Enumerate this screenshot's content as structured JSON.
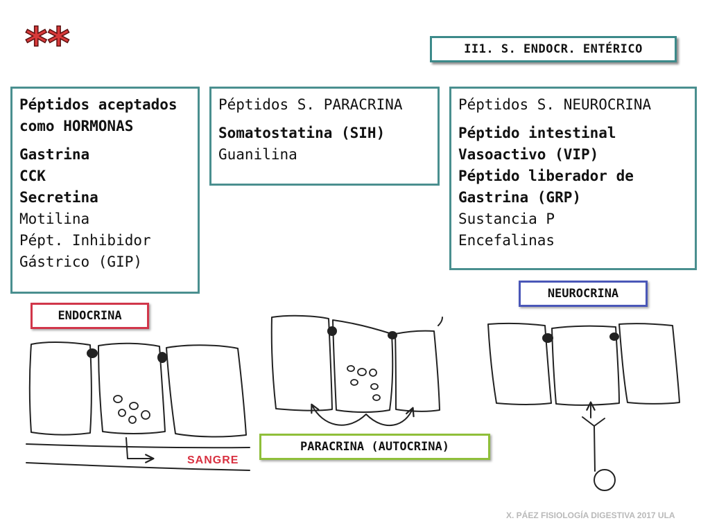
{
  "header": {
    "stars": "**",
    "section": "II1. S. ENDOCR. ENTÉRICO"
  },
  "boxes": {
    "hormonas": {
      "title_lines": [
        "Péptidos aceptados",
        "como HORMONAS"
      ],
      "items_bold": [
        "Gastrina",
        "CCK",
        "Secretina"
      ],
      "items": [
        "Motilina",
        "Pépt. Inhibidor",
        "Gástrico (GIP)"
      ]
    },
    "paracrina": {
      "title": "Péptidos S. PARACRINA",
      "items_bold": [
        "Somatostatina (SIH)"
      ],
      "items": [
        "Guanilina"
      ]
    },
    "neurocrina": {
      "title": "Péptidos S. NEUROCRINA",
      "items_bold": [
        "Péptido intestinal",
        "Vasoactivo (VIP)",
        "Péptido liberador de",
        "Gastrina (GRP)"
      ],
      "items": [
        "Sustancia P",
        "Encefalinas"
      ]
    }
  },
  "diagram_labels": {
    "endocrina": "ENDOCRINA",
    "sangre": "SANGRE",
    "paracrina": "PARACRINA (AUTOCRINA)",
    "neurocrina": "NEUROCRINA"
  },
  "footer": "X. PÁEZ  FISIOLOGÍA DIGESTIVA 2017  ULA",
  "colors": {
    "box_border": "#4a8f8f",
    "endocrina": "#d1364a",
    "neurocrina": "#4a57b8",
    "paracrina": "#8fbf3a",
    "sangre": "#d83040",
    "stars": "#d83a3a"
  }
}
